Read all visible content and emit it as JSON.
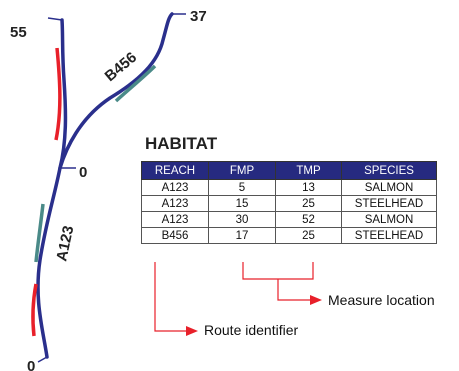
{
  "routes": {
    "b456_label": "B456",
    "a123_label": "A123",
    "measures": {
      "top_left": "55",
      "top_right": "37",
      "junction": "0",
      "bottom": "0"
    }
  },
  "colors": {
    "route_line": "#2a2f8c",
    "salmon_segment": "#e8202a",
    "steelhead_segment": "#4a8a88",
    "table_header": "#262a80",
    "callout_arrow": "#e8202a"
  },
  "table": {
    "title": "HABITAT",
    "headers": [
      "REACH",
      "FMP",
      "TMP",
      "SPECIES"
    ],
    "rows": [
      [
        "A123",
        "5",
        "13",
        "SALMON"
      ],
      [
        "A123",
        "15",
        "25",
        "STEELHEAD"
      ],
      [
        "A123",
        "30",
        "52",
        "SALMON"
      ],
      [
        "B456",
        "17",
        "25",
        "STEELHEAD"
      ]
    ]
  },
  "callouts": {
    "measure_location": "Measure location",
    "route_identifier": "Route identifier"
  }
}
